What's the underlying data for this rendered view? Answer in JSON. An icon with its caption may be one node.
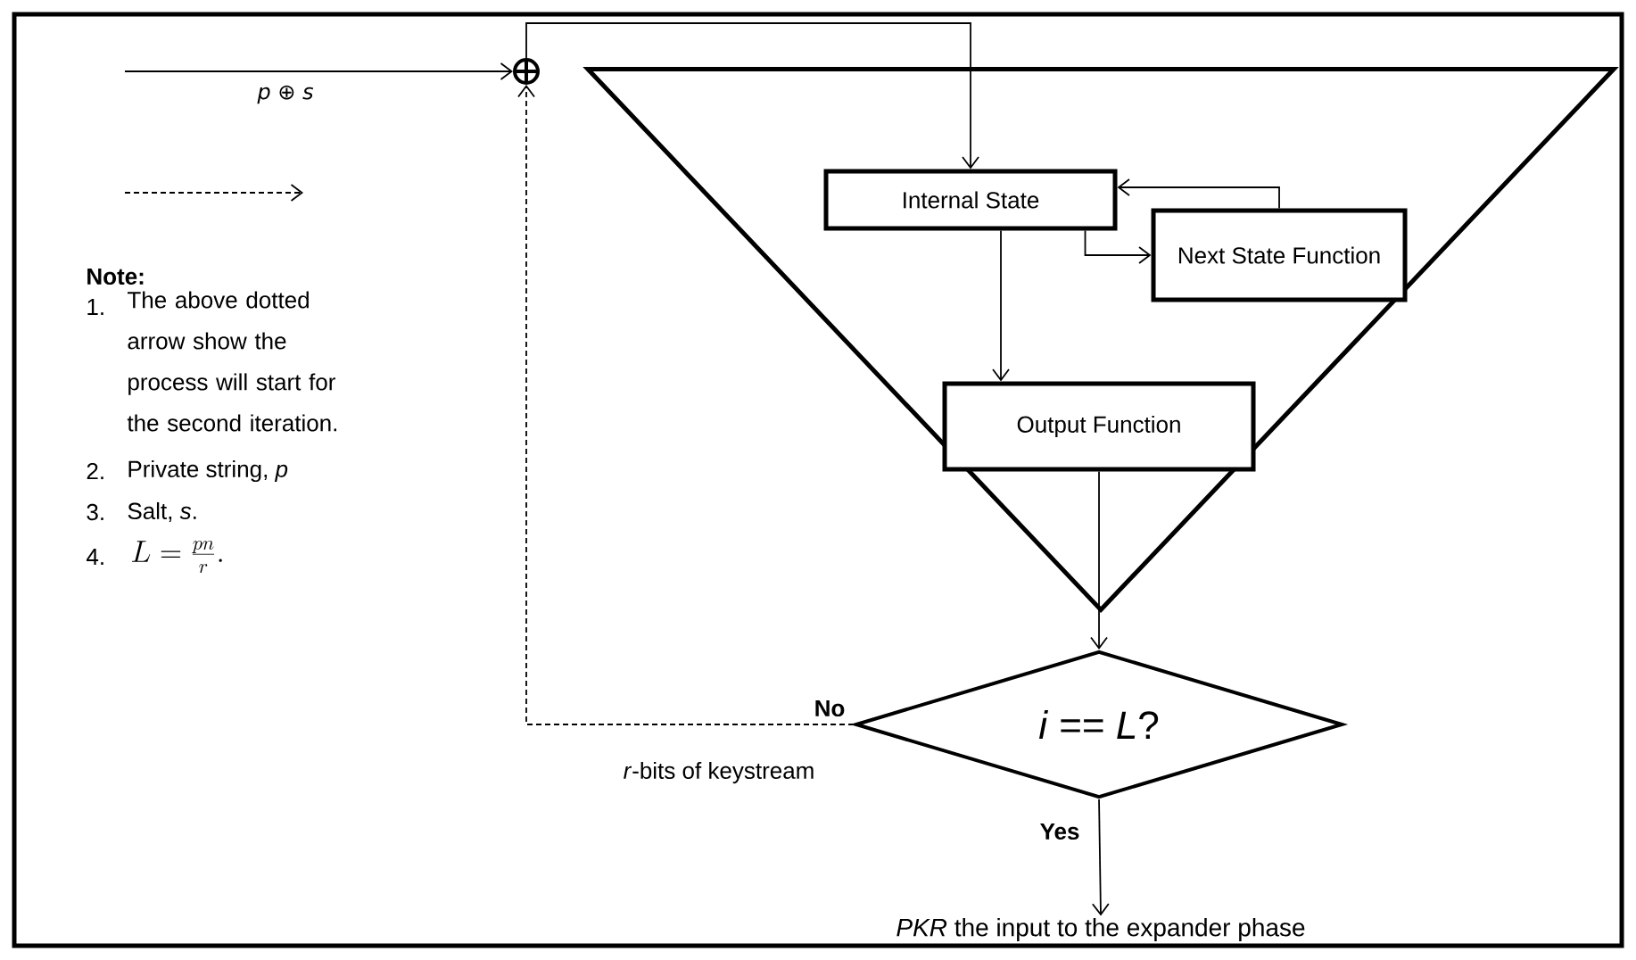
{
  "diagram": {
    "nodes": [
      {
        "text": [],
        "shape": "circle"
      },
      {
        "text": [],
        "shape": "triangle"
      },
      {
        "text": [
          "Internal State"
        ],
        "in": 1
      },
      {
        "text": [
          "Next State Function"
        ],
        "in": 1
      },
      {
        "text": [
          "Output Function"
        ],
        "in": 1
      },
      {
        "text": [
          "*i* == *L*?"
        ]
      },
      {
        "text": [
          "*PKR* the input to the expander phase"
        ]
      }
    ],
    "edges": [
      {
        "from": null,
        "to": 0,
        "arrow": "to",
        "label": "*p* ⊕ *s*"
      },
      {
        "from": 0,
        "to": 2,
        "arrow": "to"
      },
      {
        "from": 2,
        "to": 3,
        "arrow": "to"
      },
      {
        "from": 3,
        "to": 2,
        "arrow": "to"
      },
      {
        "from": 2,
        "to": 4,
        "arrow": "to"
      },
      {
        "from": 4,
        "to": 5,
        "arrow": "to"
      },
      {
        "from": 5,
        "to": 0,
        "arrow": "to",
        "style": "dashed",
        "label": "No"
      },
      {
        "from": 5,
        "to": 6,
        "arrow": "to",
        "label": "Yes"
      }
    ],
    "labels": [
      "Note:",
      "1.",
      "The above dotted arrow show the process will start for the second iteration.",
      "2.",
      "Private string, *p*",
      "3.",
      "Salt, *s*.",
      "4.",
      "L = \\frac{pn}{r}.",
      "*r*-bits of keystream"
    ]
  }
}
